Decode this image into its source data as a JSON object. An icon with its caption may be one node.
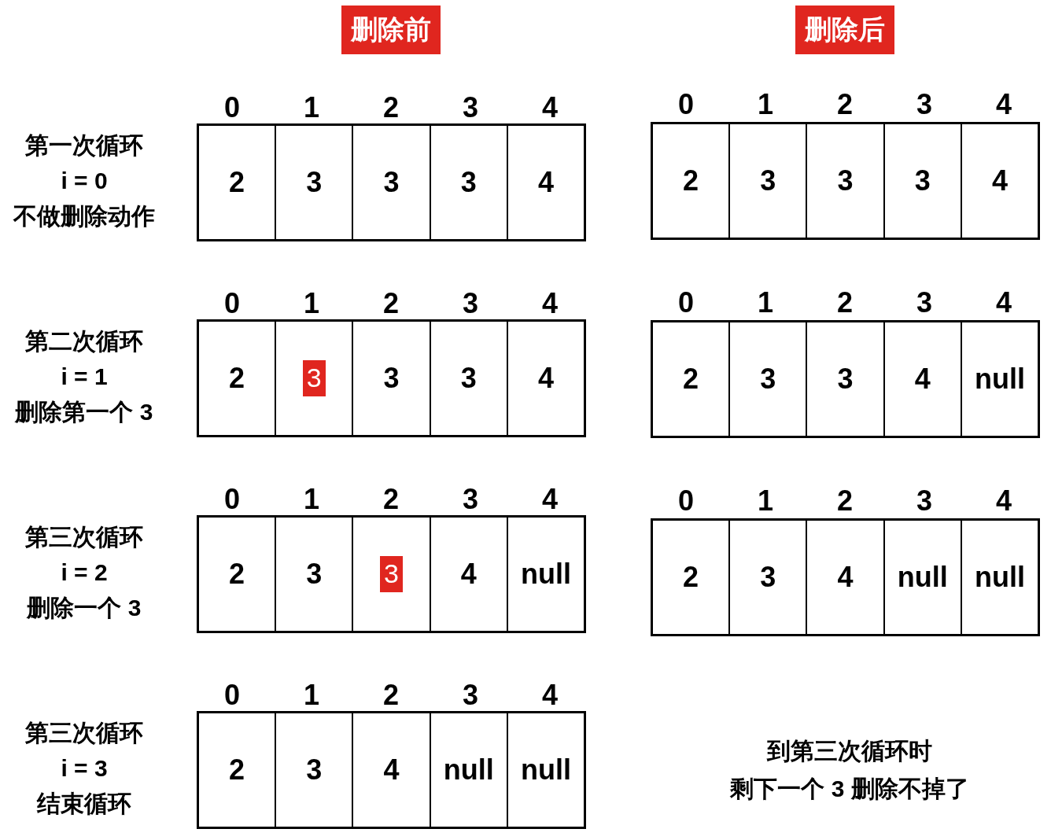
{
  "diagram": {
    "nodes": [
      {
        "text": [
          "删除前"
        ]
      },
      {
        "text": [
          "删除后"
        ]
      },
      {
        "text": [],
        "shape": "box"
      },
      {
        "text": [
          "2"
        ],
        "in": 2
      },
      {
        "text": [
          "3"
        ],
        "in": 2
      },
      {
        "text": [
          "3"
        ],
        "in": 2
      },
      {
        "text": [
          "3"
        ],
        "in": 2
      },
      {
        "text": [
          "4"
        ],
        "in": 2
      },
      {
        "text": [],
        "shape": "box"
      },
      {
        "text": [
          "2"
        ],
        "in": 8
      },
      {
        "text": [
          "3"
        ],
        "in": 8
      },
      {
        "text": [
          "3"
        ],
        "in": 8
      },
      {
        "text": [
          "3"
        ],
        "in": 8
      },
      {
        "text": [
          "4"
        ],
        "in": 8
      },
      {
        "text": [],
        "shape": "box"
      },
      {
        "text": [
          "2"
        ],
        "in": 14
      },
      {
        "text": [],
        "shape": "box",
        "in": 14
      },
      {
        "text": [
          "3"
        ],
        "in": 16
      },
      {
        "text": [
          "3"
        ],
        "in": 14
      },
      {
        "text": [
          "3"
        ],
        "in": 14
      },
      {
        "text": [
          "4"
        ],
        "in": 14
      },
      {
        "text": [],
        "shape": "box"
      },
      {
        "text": [
          "2"
        ],
        "in": 21
      },
      {
        "text": [
          "3"
        ],
        "in": 21
      },
      {
        "text": [
          "3"
        ],
        "in": 21
      },
      {
        "text": [
          "4"
        ],
        "in": 21
      },
      {
        "text": [
          "null"
        ],
        "in": 21
      },
      {
        "text": [],
        "shape": "box"
      },
      {
        "text": [
          "2"
        ],
        "in": 27
      },
      {
        "text": [
          "3"
        ],
        "in": 27
      },
      {
        "text": [],
        "shape": "box",
        "in": 27
      },
      {
        "text": [
          "3"
        ],
        "in": 30
      },
      {
        "text": [
          "4"
        ],
        "in": 27
      },
      {
        "text": [
          "null"
        ],
        "in": 27
      },
      {
        "text": [],
        "shape": "box"
      },
      {
        "text": [
          "2"
        ],
        "in": 34
      },
      {
        "text": [
          "3"
        ],
        "in": 34
      },
      {
        "text": [
          "4"
        ],
        "in": 34
      },
      {
        "text": [
          "null"
        ],
        "in": 34
      },
      {
        "text": [
          "null"
        ],
        "in": 34
      },
      {
        "text": [],
        "shape": "box"
      },
      {
        "text": [
          "2"
        ],
        "in": 40
      },
      {
        "text": [
          "3"
        ],
        "in": 40
      },
      {
        "text": [
          "4"
        ],
        "in": 40
      },
      {
        "text": [
          "null"
        ],
        "in": 40
      },
      {
        "text": [
          "null"
        ],
        "in": 40
      }
    ],
    "labels": [
      "第一次循环",
      "i = 0",
      "不做删除动作",
      "0",
      "1",
      "2",
      "3",
      "4",
      "0",
      "1",
      "2",
      "3",
      "4",
      "第二次循环",
      "i = 1",
      "删除第一个 3",
      "0",
      "1",
      "2",
      "3",
      "4",
      "0",
      "1",
      "2",
      "3",
      "4",
      "第三次循环",
      "i = 2",
      "删除一个 3",
      "0",
      "1",
      "2",
      "3",
      "4",
      "0",
      "1",
      "2",
      "3",
      "4",
      "第三次循环",
      "i = 3",
      "结束循环",
      "0",
      "1",
      "2",
      "3",
      "4",
      "到第三次循环时",
      "剩下一个 3 删除不掉了"
    ]
  }
}
